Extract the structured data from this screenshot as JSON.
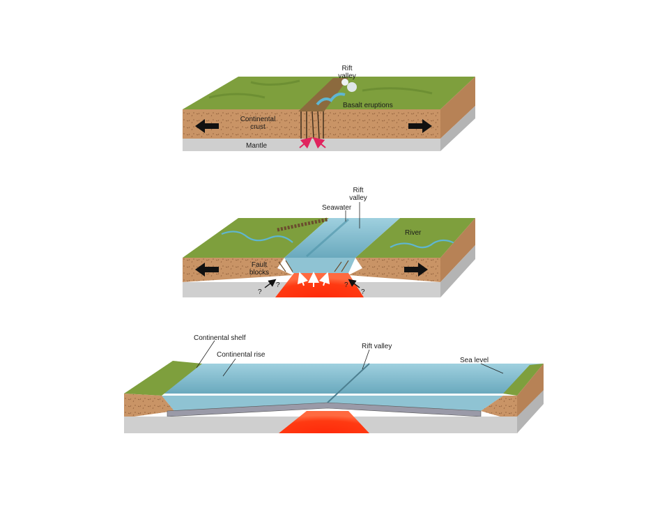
{
  "colors": {
    "grass": "#7e9f3d",
    "grass_dark": "#5c7f2a",
    "crust": "#c99466",
    "crust_side": "#b78256",
    "mantle": "#cfcfcf",
    "mantle_side": "#b4b4b4",
    "water": "#8fc3d3",
    "water_deep": "#6aa9bd",
    "magma": "#ff2a0a",
    "arrow": "#111111",
    "pink_arrow": "#e0245e"
  },
  "panel1": {
    "rift_valley": "Rift\nvalley",
    "basalt_eruptions": "Basalt eruptions",
    "continental_crust": "Continental\ncrust",
    "mantle": "Mantle"
  },
  "panel2": {
    "rift_valley": "Rift\nvalley",
    "seawater": "Seawater",
    "river": "River",
    "fault_blocks": "Fault\nblocks",
    "question": "?"
  },
  "panel3": {
    "continental_shelf": "Continental shelf",
    "continental_rise": "Continental rise",
    "rift_valley": "Rift valley",
    "sea_level": "Sea level"
  }
}
